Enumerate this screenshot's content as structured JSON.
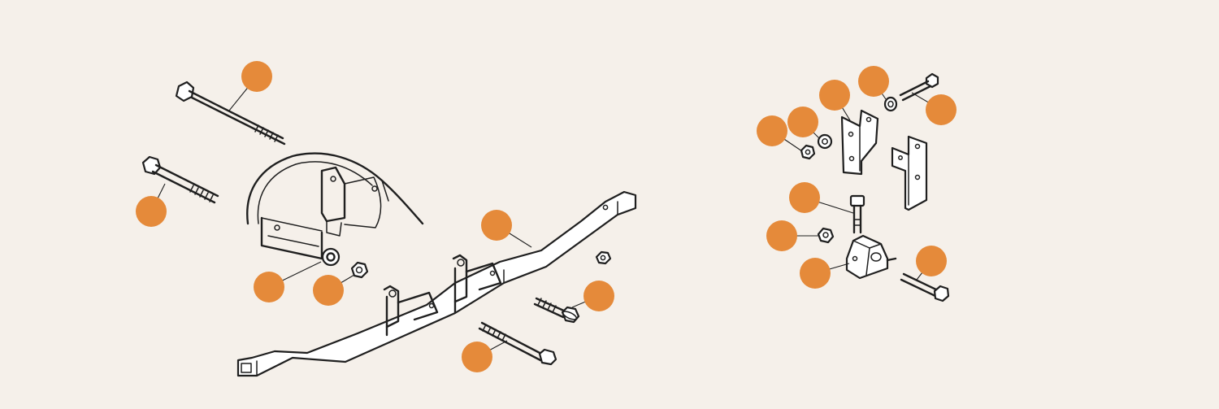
{
  "diagram": {
    "background_color": "#f5f0ea",
    "line_color": "#1f1f1f",
    "part_fill_color": "#ffffff",
    "callout_color": "#e58a3a",
    "callout_label_color": "#ffffff",
    "callouts": [
      {
        "id": "callout-long-bolt-top",
        "label": ""
      },
      {
        "id": "callout-long-bolt-left",
        "label": ""
      },
      {
        "id": "callout-washer",
        "label": ""
      },
      {
        "id": "callout-nut",
        "label": ""
      },
      {
        "id": "callout-crossmember",
        "label": ""
      },
      {
        "id": "callout-flange-bolt",
        "label": ""
      },
      {
        "id": "callout-short-bolt",
        "label": ""
      },
      {
        "id": "callout-nut-small-left",
        "label": ""
      },
      {
        "id": "callout-washer-small",
        "label": ""
      },
      {
        "id": "callout-bracket",
        "label": ""
      },
      {
        "id": "callout-washer-top",
        "label": ""
      },
      {
        "id": "callout-small-bolt-top",
        "label": ""
      },
      {
        "id": "callout-stud-bolt",
        "label": ""
      },
      {
        "id": "callout-nut-small",
        "label": ""
      },
      {
        "id": "callout-mount",
        "label": ""
      },
      {
        "id": "callout-mount-bolt",
        "label": ""
      }
    ]
  }
}
